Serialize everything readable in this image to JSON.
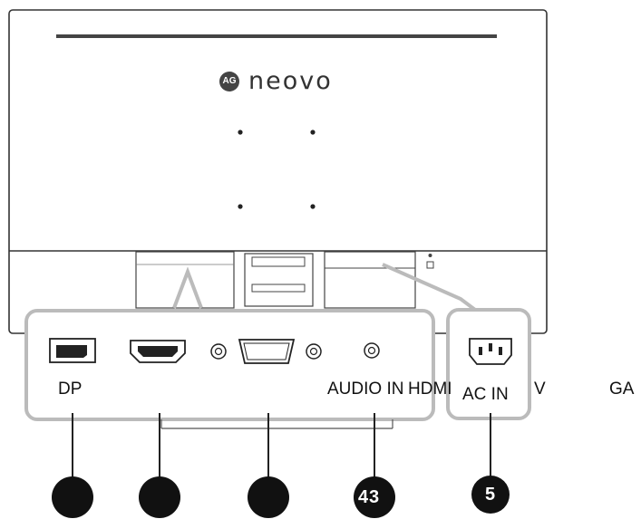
{
  "brand": {
    "badge": "AG",
    "name": "neovo"
  },
  "ports": {
    "dp": "DP",
    "audio_in": "AUDIO IN",
    "hdmi": "HDMI",
    "ac_in": "AC IN",
    "v": "V",
    "ga": "GA"
  },
  "callouts": {
    "n4": "4",
    "n3": "3",
    "n5": "5"
  }
}
